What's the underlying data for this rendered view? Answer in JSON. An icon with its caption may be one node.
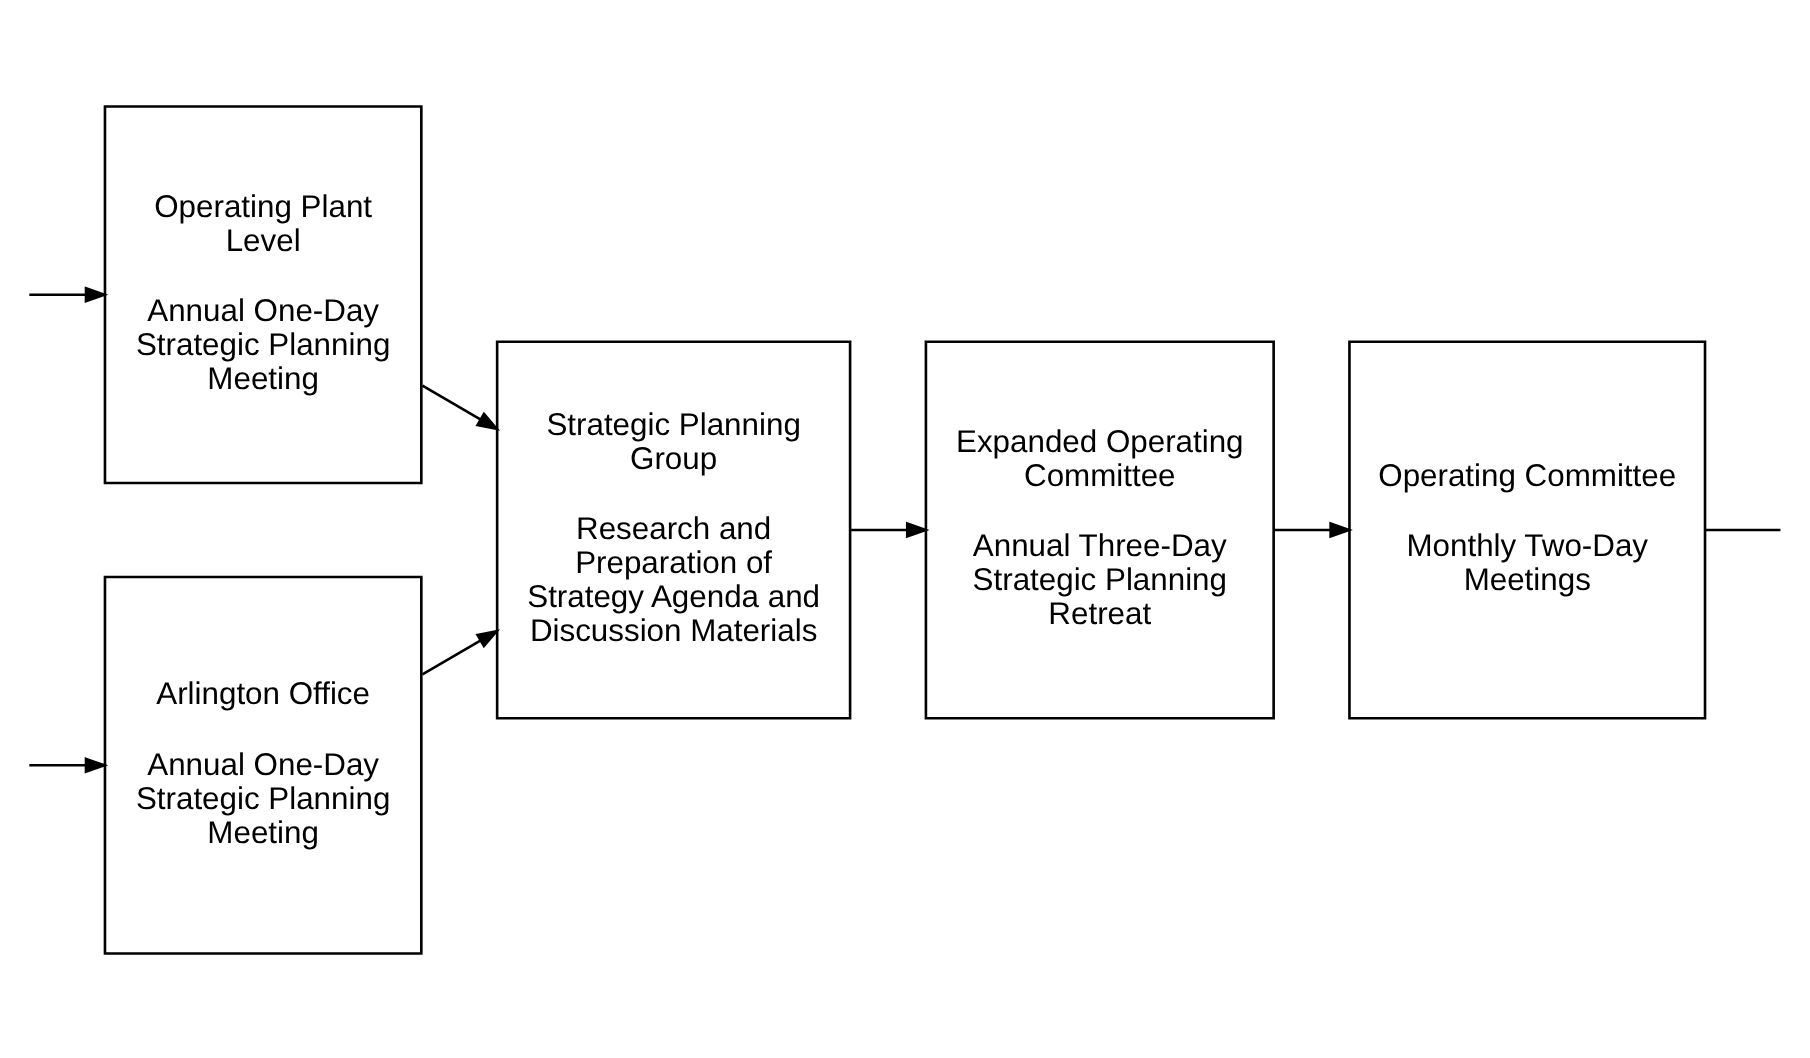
{
  "diagram": {
    "nodes": [
      {
        "text": [
          "Operating Plant Level",
          "Annual One-Day Strategic Planning Meeting"
        ]
      },
      {
        "text": [
          "Arlington Office",
          "Annual One-Day Strategic Planning Meeting"
        ]
      },
      {
        "text": [
          "Strategic Planning Group",
          "Research and Preparation of Strategy Agenda and Discussion Materials"
        ]
      },
      {
        "text": [
          "Expanded Operating Committee",
          "Annual Three-Day Strategic Planning Retreat"
        ]
      },
      {
        "text": [
          "Operating Committee",
          "Monthly Two-Day Meetings"
        ]
      }
    ],
    "edges": [
      {
        "from": 0,
        "to": 2,
        "arrow": "to"
      },
      {
        "from": 1,
        "to": 2,
        "arrow": "to"
      },
      {
        "from": 2,
        "to": 3,
        "arrow": "to"
      },
      {
        "from": 3,
        "to": 4,
        "arrow": "to"
      },
      {
        "from": 4,
        "to": null,
        "arrow": "none"
      },
      {
        "from": null,
        "to": 0,
        "arrow": "to"
      },
      {
        "from": null,
        "to": 1,
        "arrow": "to"
      }
    ]
  }
}
